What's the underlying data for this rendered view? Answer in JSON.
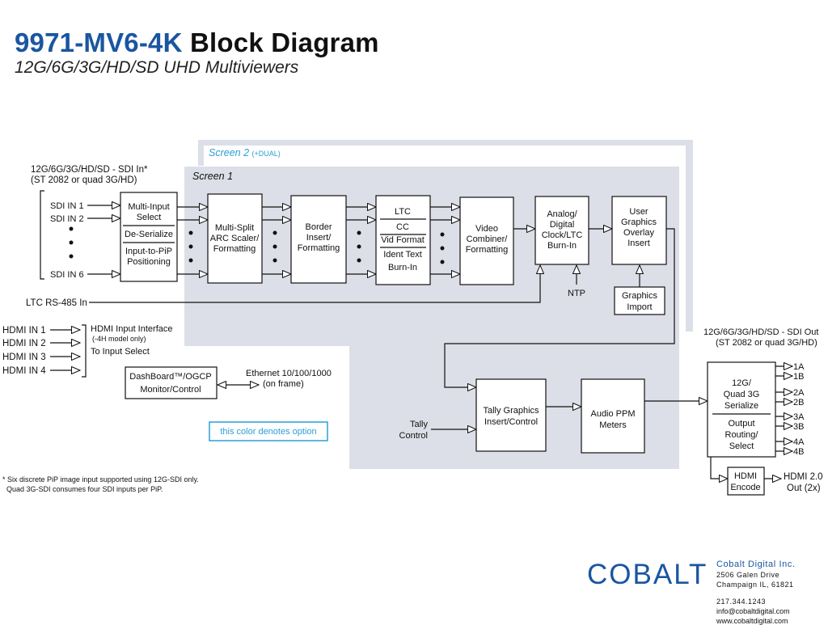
{
  "header": {
    "model": "9971-MV6-4K",
    "title_rest": "Block Diagram",
    "subtitle": "12G/6G/3G/HD/SD UHD Multiviewers"
  },
  "regions": {
    "screen2": "Screen 2",
    "screen2_note": "(+DUAL)",
    "screen1": "Screen 1"
  },
  "inputs": {
    "sdi_header_1": "12G/6G/3G/HD/SD - SDI In*",
    "sdi_header_2": "(ST 2082 or quad 3G/HD)",
    "sdi1": "SDI IN 1",
    "sdi2": "SDI IN 2",
    "sdi6": "SDI IN 6",
    "ltc": "LTC RS-485 In",
    "hdmi1": "HDMI IN 1",
    "hdmi2": "HDMI IN 2",
    "hdmi3": "HDMI IN 3",
    "hdmi4": "HDMI IN 4",
    "hdmi_iface": "HDMI Input Interface",
    "hdmi_iface_note": "(-4H model only)",
    "hdmi_to": "To Input Select",
    "tally_1": "Tally",
    "tally_2": "Control",
    "ntp": "NTP"
  },
  "blocks": {
    "multi_input": [
      "Multi-Input",
      "Select"
    ],
    "deserialize": "De-Serialize",
    "pip": [
      "Input-to-PiP",
      "Positioning"
    ],
    "scaler": [
      "Multi-Split",
      "ARC Scaler/",
      "Formatting"
    ],
    "border": [
      "Border",
      "Insert/",
      "Formatting"
    ],
    "ltc": "LTC",
    "cc": "CC",
    "vid_format": "Vid Format",
    "ident": [
      "Ident Text",
      "Burn-In"
    ],
    "combiner": [
      "Video",
      "Combiner/",
      "Formatting"
    ],
    "clock": [
      "Analog/",
      "Digital",
      "Clock/LTC",
      "Burn-In"
    ],
    "overlay": [
      "User",
      "Graphics",
      "Overlay",
      "Insert"
    ],
    "graphics_import": [
      "Graphics",
      "Import"
    ],
    "tally": [
      "Tally Graphics",
      "Insert/Control"
    ],
    "audio": [
      "Audio PPM",
      "Meters"
    ],
    "serialize": [
      "12G/",
      "Quad 3G",
      "Serialize"
    ],
    "routing": [
      "Output",
      "Routing/",
      "Select"
    ],
    "hdmi_encode": [
      "HDMI",
      "Encode"
    ],
    "dashboard": [
      "DashBoard™/OGCP",
      "Monitor/Control"
    ]
  },
  "outputs": {
    "sdi_header_1": "12G/6G/3G/HD/SD - SDI Out",
    "sdi_header_2": "(ST 2082 or quad 3G/HD)",
    "ports": [
      "1A",
      "1B",
      "2A",
      "2B",
      "3A",
      "3B",
      "4A",
      "4B"
    ],
    "hdmi_1": "HDMI 2.0",
    "hdmi_2": "Out (2x)"
  },
  "ethernet": [
    "Ethernet 10/100/1000",
    "(on frame)"
  ],
  "legend": "this color denotes option",
  "footnote": [
    "* Six discrete PiP image input supported using 12G-SDI only.",
    "Quad 3G-SDI consumes four SDI inputs per PiP."
  ],
  "company": {
    "logo": "COBALT",
    "name": "Cobalt Digital Inc.",
    "address_1": "2506 Galen Drive",
    "address_2": "Champaign IL, 61821",
    "phone": "217.344.1243",
    "email": "info@cobaltdigital.com",
    "web": "www.cobaltdigital.com"
  },
  "colors": {
    "option_fill": "#dcdfe7",
    "accent": "#2a9fd6",
    "brand": "#1a56a0",
    "line": "#111111"
  }
}
